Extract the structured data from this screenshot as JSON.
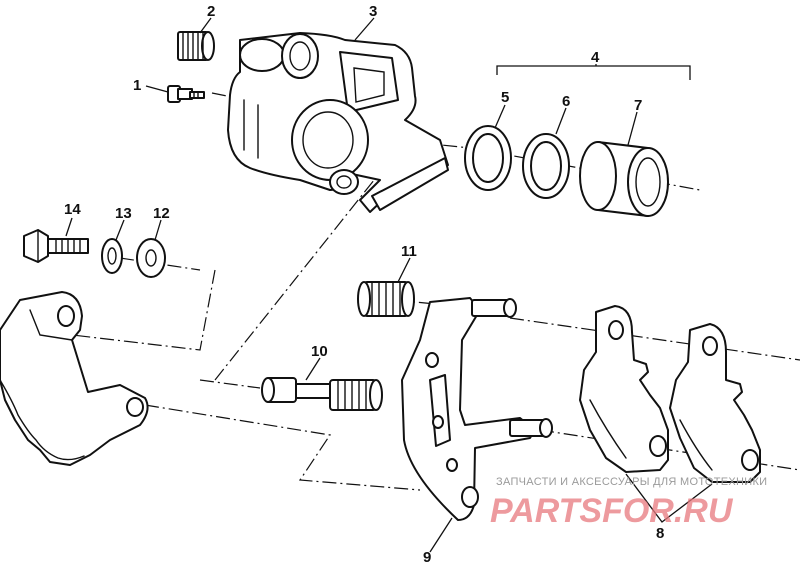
{
  "callouts": {
    "c1": "1",
    "c2": "2",
    "c3": "3",
    "c4": "4",
    "c5": "5",
    "c6": "6",
    "c7": "7",
    "c8": "8",
    "c9": "9",
    "c10": "10",
    "c11": "11",
    "c12": "12",
    "c13": "13",
    "c14": "14"
  },
  "watermark": {
    "caption": "ЗАПЧАСТИ И АКСЕССУАРЫ ДЛЯ МОТОТЕХНИКИ",
    "logo": "PARTSFOR.RU"
  }
}
